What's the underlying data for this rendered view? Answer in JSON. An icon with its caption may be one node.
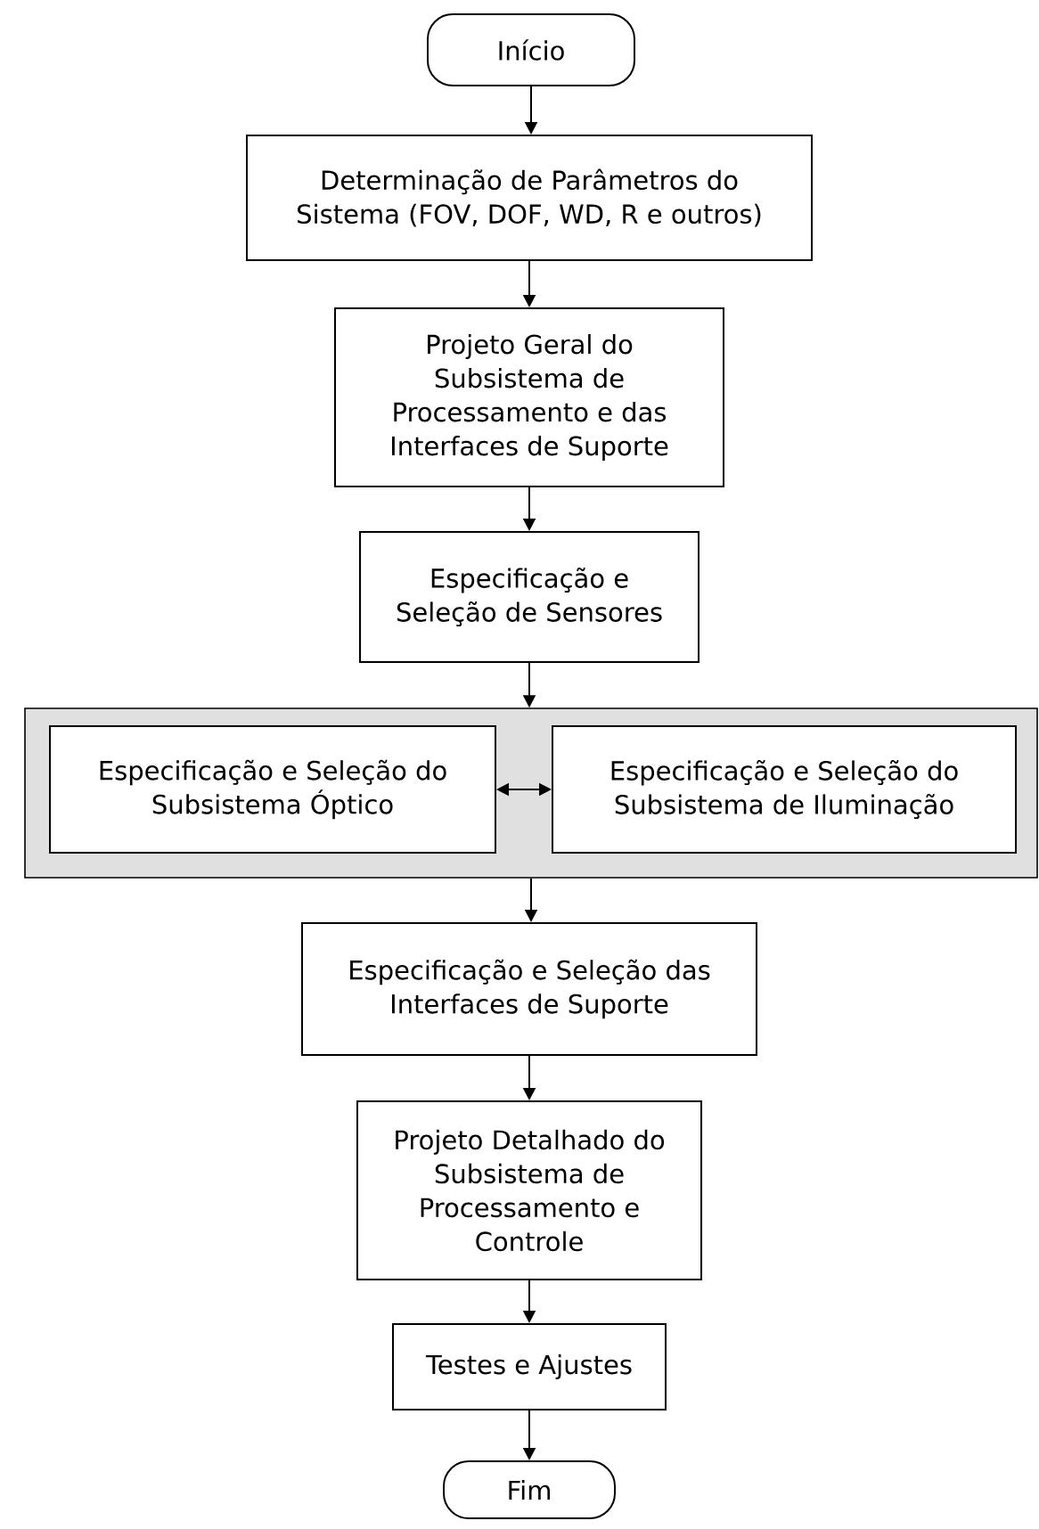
{
  "diagram": {
    "nodes": [
      {
        "text": [
          "Início"
        ]
      },
      {
        "text": [
          "Determinação de Parâmetros do Sistema (FOV, DOF, WD, R e outros)"
        ]
      },
      {
        "text": [
          "Projeto Geral do Subsistema de Processamento e das Interfaces de Suporte"
        ]
      },
      {
        "text": [
          "Especificação e Seleção de Sensores"
        ]
      },
      {
        "text": [],
        "shape": "box"
      },
      {
        "text": [
          "Especificação e Seleção do Subsistema Óptico"
        ],
        "in": 4
      },
      {
        "text": [
          "Especificação e Seleção do Subsistema de Iluminação"
        ],
        "in": 4
      },
      {
        "text": [
          "Especificação e Seleção das Interfaces de Suporte"
        ]
      },
      {
        "text": [
          "Projeto Detalhado do Subsistema de Processamento e Controle"
        ]
      },
      {
        "text": [
          "Testes e Ajustes"
        ]
      },
      {
        "text": [
          "Fim"
        ]
      }
    ],
    "edges": [
      {
        "from": 0,
        "to": 1,
        "arrow": "to"
      },
      {
        "from": 1,
        "to": 2,
        "arrow": "to"
      },
      {
        "from": 2,
        "to": 3,
        "arrow": "to"
      },
      {
        "from": 3,
        "to": 4,
        "arrow": "to"
      },
      {
        "from": 5,
        "to": 6,
        "arrow": "both"
      },
      {
        "from": 4,
        "to": 7,
        "arrow": "to"
      },
      {
        "from": 7,
        "to": 8,
        "arrow": "to"
      },
      {
        "from": 8,
        "to": 9,
        "arrow": "to"
      },
      {
        "from": 9,
        "to": 10,
        "arrow": "to"
      }
    ]
  }
}
